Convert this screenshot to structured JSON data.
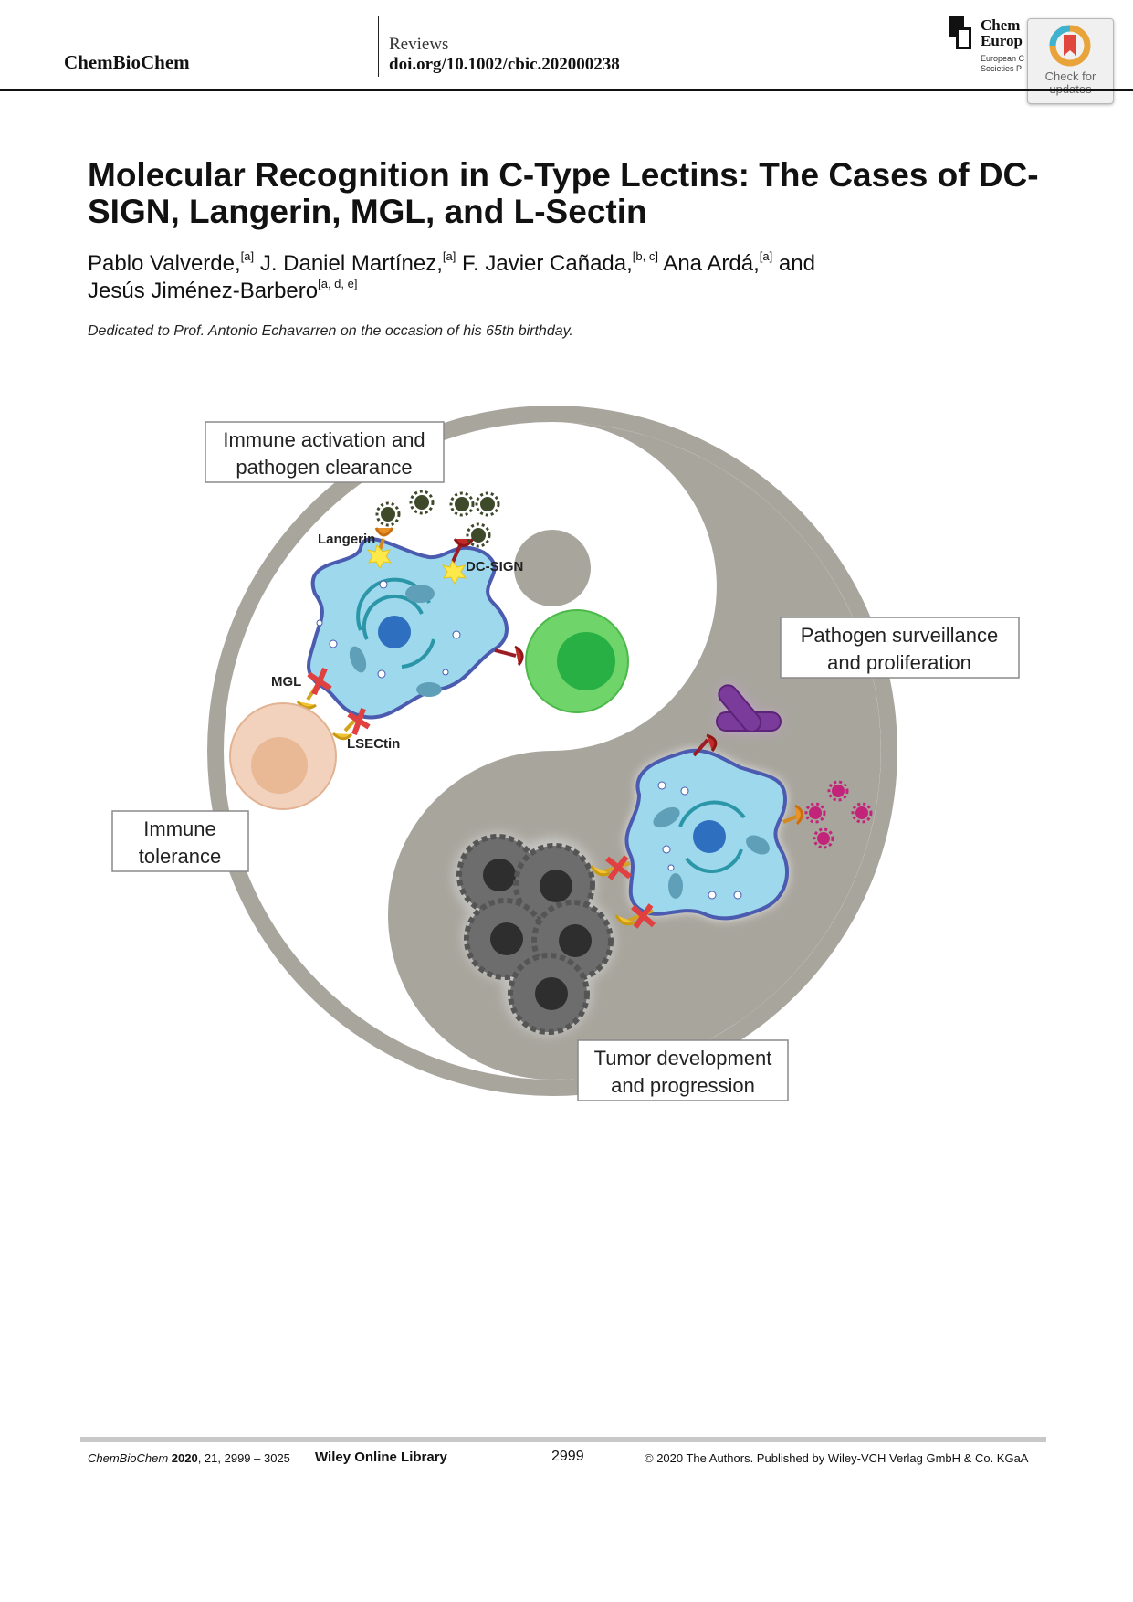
{
  "header": {
    "journal": "ChemBioChem",
    "section": "Reviews",
    "doi": "doi.org/10.1002/cbic.202000238",
    "publisher_line1": "Chem",
    "publisher_line2": "Europ",
    "publisher_line3": "European C",
    "publisher_line4": "Societies P",
    "check_updates": "Check for updates"
  },
  "article": {
    "title": "Molecular Recognition in C-Type Lectins: The Cases of DC-SIGN, Langerin, MGL, and L-Sectin",
    "authors": [
      {
        "name": "Pablo Valverde,",
        "aff": "[a]"
      },
      {
        "name": "J. Daniel Martínez,",
        "aff": "[a]"
      },
      {
        "name": "F. Javier Cañada,",
        "aff": "[b, c]"
      },
      {
        "name": "Ana Ardá,",
        "aff": "[a]"
      },
      {
        "name": "Jesús Jiménez-Barbero",
        "aff": "[a, d, e]"
      }
    ],
    "authors_and": "and",
    "dedication": "Dedicated to Prof. Antonio Echavarren on the occasion of his 65th birthday."
  },
  "figure": {
    "box_immune_activation": [
      "Immune activation and",
      "pathogen clearance"
    ],
    "box_pathogen_surveillance": [
      "Pathogen surveillance",
      "and proliferation"
    ],
    "box_immune_tolerance": [
      "Immune",
      "tolerance"
    ],
    "box_tumor": [
      "Tumor development",
      "and progression"
    ],
    "label_langerin": "Langerin",
    "label_dcsign": "DC-SIGN",
    "label_mgl": "MGL",
    "label_lsectin": "LSECtin",
    "colors": {
      "yin_gray": "#a8a59d",
      "cell_blue": "#9dd8ec",
      "cell_outline": "#4a5bb0",
      "nucleus": "#2f6fbf",
      "pathogen_dark": "#3f4a2a",
      "pathogen_magenta": "#c2247a",
      "green_cell": "#6fd46a",
      "peach_cell": "#f2d2bd",
      "tumor_gray": "#6d6d6d",
      "antibody_purple": "#7a3b9a"
    }
  },
  "footer": {
    "journal": "ChemBioChem",
    "year": "2020",
    "citation": ", 21, 2999 – 3025",
    "wiley": "Wiley Online Library",
    "page": "2999",
    "copyright": "© 2020 The Authors. Published by Wiley-VCH Verlag GmbH & Co. KGaA"
  }
}
